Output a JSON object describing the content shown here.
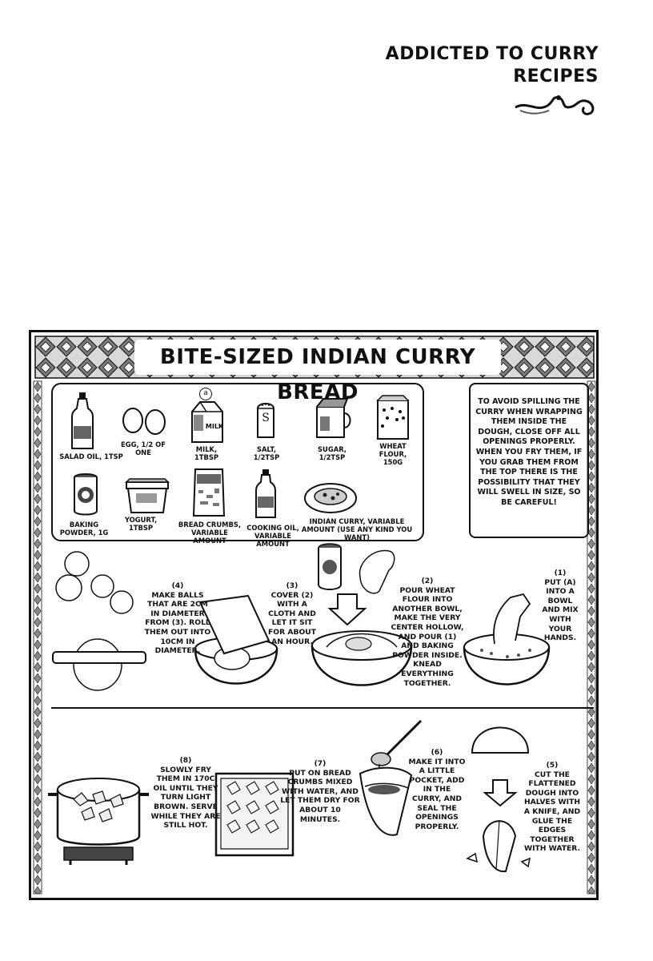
{
  "header": {
    "title": "Addicted to Curry\nRecipes"
  },
  "recipe": {
    "title": "Bite-sized Indian Curry Bread",
    "ingredient_group_marker": "a",
    "ingredients": [
      {
        "label": "Salad oil, 1tsp"
      },
      {
        "label": "Egg, 1/2 of one"
      },
      {
        "label": "Milk, 1tbsp",
        "package_text": "MILK"
      },
      {
        "label": "Salt, 1/2tsp",
        "package_text": "S"
      },
      {
        "label": "Sugar, 1/2tsp"
      },
      {
        "label": "Wheat flour, 150g"
      },
      {
        "label": "Baking powder, 1g"
      },
      {
        "label": "Yogurt, 1tbsp"
      },
      {
        "label": "Bread crumbs, variable amount"
      },
      {
        "label": "Cooking oil, variable amount"
      },
      {
        "label": "Indian curry, variable amount (use any kind you want)"
      }
    ],
    "tip": "To avoid spilling the curry when wrapping them inside the dough, close off all openings properly. When you fry them, if you grab them from the top there is the possibility that they will swell in size, so be careful!",
    "steps": [
      {
        "number": "(1)",
        "text": "Put (a) into a bowl and mix with your hands."
      },
      {
        "number": "(2)",
        "text": "Pour wheat flour into another bowl, make the very center hollow, and pour (1) and baking powder inside. Knead everything together."
      },
      {
        "number": "(3)",
        "text": "Cover (2) with a cloth and let it sit for about an hour."
      },
      {
        "number": "(4)",
        "text": "Make balls that are 2cm in diameter from (3). Roll them out into 10cm in diameter."
      },
      {
        "number": "(5)",
        "text": "Cut the flattened dough into halves with a knife, and glue the edges together with water."
      },
      {
        "number": "(6)",
        "text": "Make it into a little pocket, add in the curry, and seal the openings properly."
      },
      {
        "number": "(7)",
        "text": "Put on bread crumbs mixed with water, and let them dry for about 10 minutes."
      },
      {
        "number": "(8)",
        "text": "Slowly fry them in 170C oil until they turn light brown. Serve while they are still hot."
      }
    ]
  }
}
